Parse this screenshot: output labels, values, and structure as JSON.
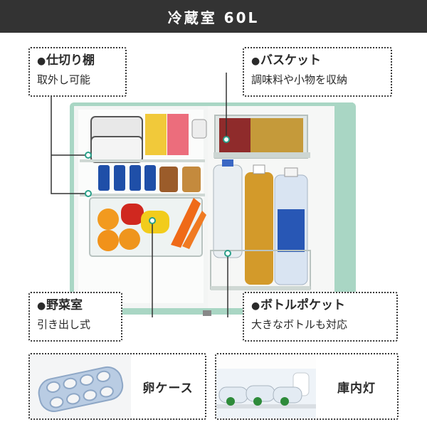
{
  "header": {
    "title": "冷蔵室 60L"
  },
  "callouts": {
    "shelf": {
      "title": "仕切り棚",
      "subtitle": "取外し可能"
    },
    "basket": {
      "title": "バスケット",
      "subtitle": "調味料や小物を収納"
    },
    "vegetable": {
      "title": "野菜室",
      "subtitle": "引き出し式"
    },
    "bottle": {
      "title": "ボトルポケット",
      "subtitle": "大きなボトルも対応"
    }
  },
  "bullet": "●",
  "features": {
    "egg_case": {
      "label": "卵ケース"
    },
    "interior_light": {
      "label": "庫内灯"
    }
  },
  "colors": {
    "header_bg": "#333333",
    "cabinet": "#a9d6c4",
    "callout_dot": "#2aa089"
  }
}
